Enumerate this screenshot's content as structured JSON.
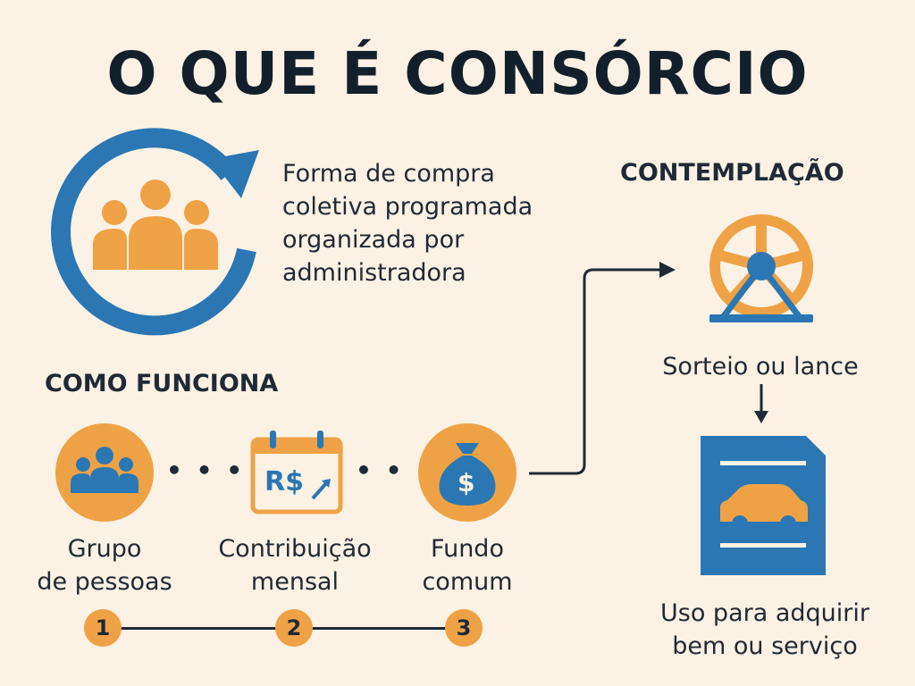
{
  "title": "O QUE É CONSÓRCIO",
  "definition": {
    "lines": [
      "Forma de compra",
      "coletiva programada",
      "organizada por",
      "administradora"
    ]
  },
  "how_it_works": {
    "heading": "COMO FUNCIONA",
    "steps": [
      {
        "number": "1",
        "label_lines": [
          "Grupo",
          "de pessoas"
        ],
        "icon": "group-icon"
      },
      {
        "number": "2",
        "label_lines": [
          "Contribuição",
          "mensal"
        ],
        "icon": "calendar-money-icon",
        "icon_text": "R$"
      },
      {
        "number": "3",
        "label_lines": [
          "Fundo",
          "comum"
        ],
        "icon": "money-bag-icon",
        "icon_text": "$"
      }
    ],
    "separator": "• • • • •"
  },
  "contemplation": {
    "heading": "CONTEMPLAÇÃO",
    "draw_label": "Sorteio ou lance",
    "use_label_lines": [
      "Uso para adquirir",
      "bem ou serviço"
    ],
    "icons": [
      "lottery-wheel-icon",
      "car-document-icon"
    ]
  },
  "colors": {
    "background": "#fbf1e4",
    "blue": "#2a77b4",
    "orange": "#efa245",
    "dark": "#1e2a36"
  }
}
